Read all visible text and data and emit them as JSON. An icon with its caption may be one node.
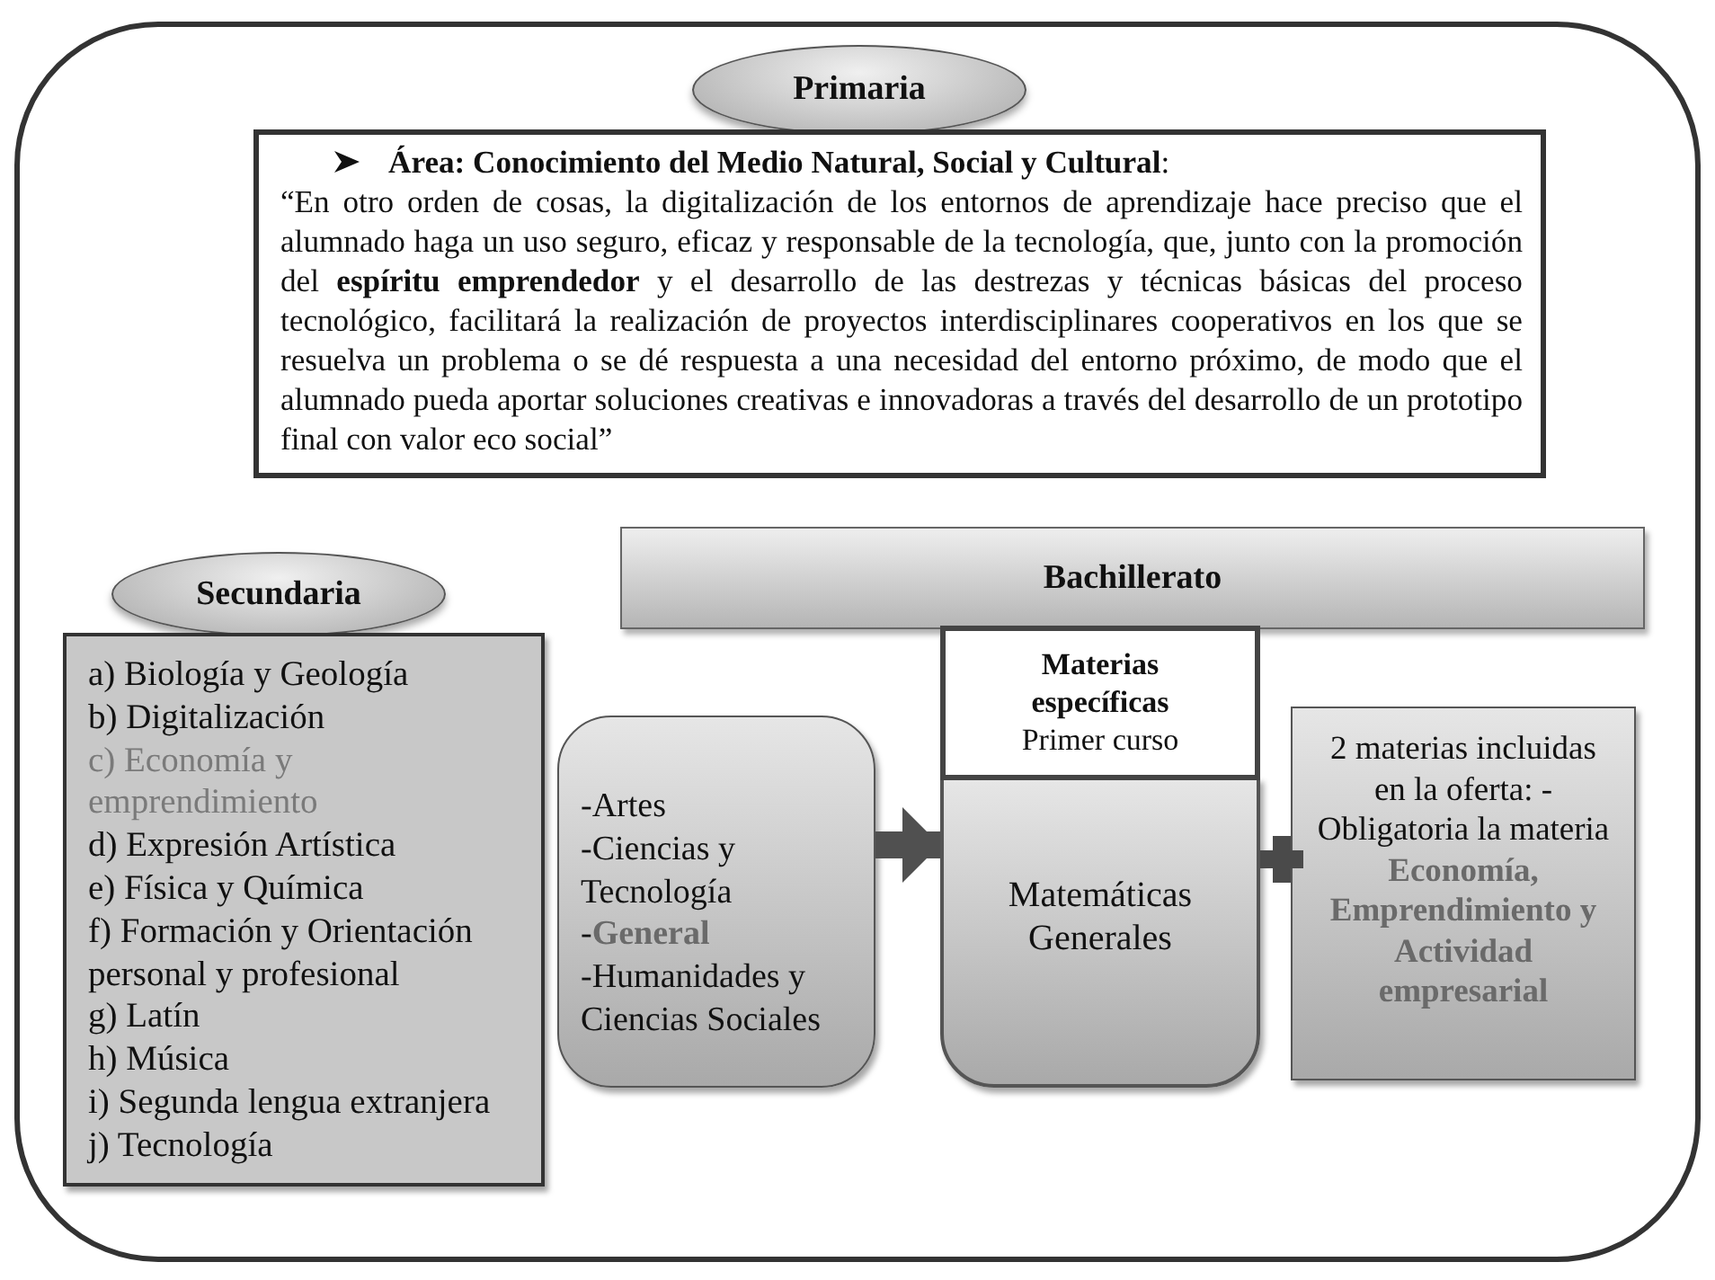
{
  "diagram": {
    "nodes": [
      {
        "text": [],
        "shape": "box"
      },
      {
        "text": [
          "Primaria"
        ],
        "in": 0
      },
      {
        "text": [
          "**Área: Conocimiento del Medio Natural, Social y Cultural**:",
          "“En otro orden de cosas, la digitalización de los entornos de aprendizaje hace preciso que el alumnado haga un uso seguro, eficaz y responsable de la tecnología, que, junto con la promoción del **espíritu emprendedor** y el desarrollo de las destrezas y técnicas básicas del proceso tecnológico, facilitará la realización de proyectos interdisciplinares cooperativos en los que se resuelva un problema o se dé respuesta a una necesidad del entorno próximo, de modo que el alumnado pueda aportar soluciones creativas e innovadoras a través del desarrollo de un prototipo final con valor eco social”"
        ],
        "in": 0
      },
      {
        "text": [
          "Bachillerato"
        ],
        "in": 0
      },
      {
        "text": [
          "Secundaria"
        ],
        "in": 0
      },
      {
        "text": [
          "a) Biología y Geología",
          "b) Digitalización",
          "c) Economía y emprendimiento",
          "d) Expresión Artística",
          "e) Física y Química",
          "f) Formación y Orientación personal y profesional",
          "g) Latín",
          "h) Música",
          "i) Segunda lengua extranjera",
          "j) Tecnología"
        ],
        "in": 0
      },
      {
        "text": [
          "-Artes",
          "-Ciencias y Tecnología",
          "-**General**",
          "-Humanidades y Ciencias Sociales"
        ],
        "in": 0
      },
      {
        "text": [
          "Materias específicas",
          "Primer curso"
        ],
        "in": 0
      },
      {
        "text": [
          "Matemáticas Generales"
        ],
        "in": 0
      },
      {
        "text": [
          "2 materias incluidas en la oferta: -Obligatoria la materia **Economía, Emprendimiento y Actividad empresarial**"
        ],
        "in": 0
      }
    ],
    "edges": [
      {
        "from": 6,
        "to": 8,
        "arrow": "to"
      }
    ]
  }
}
